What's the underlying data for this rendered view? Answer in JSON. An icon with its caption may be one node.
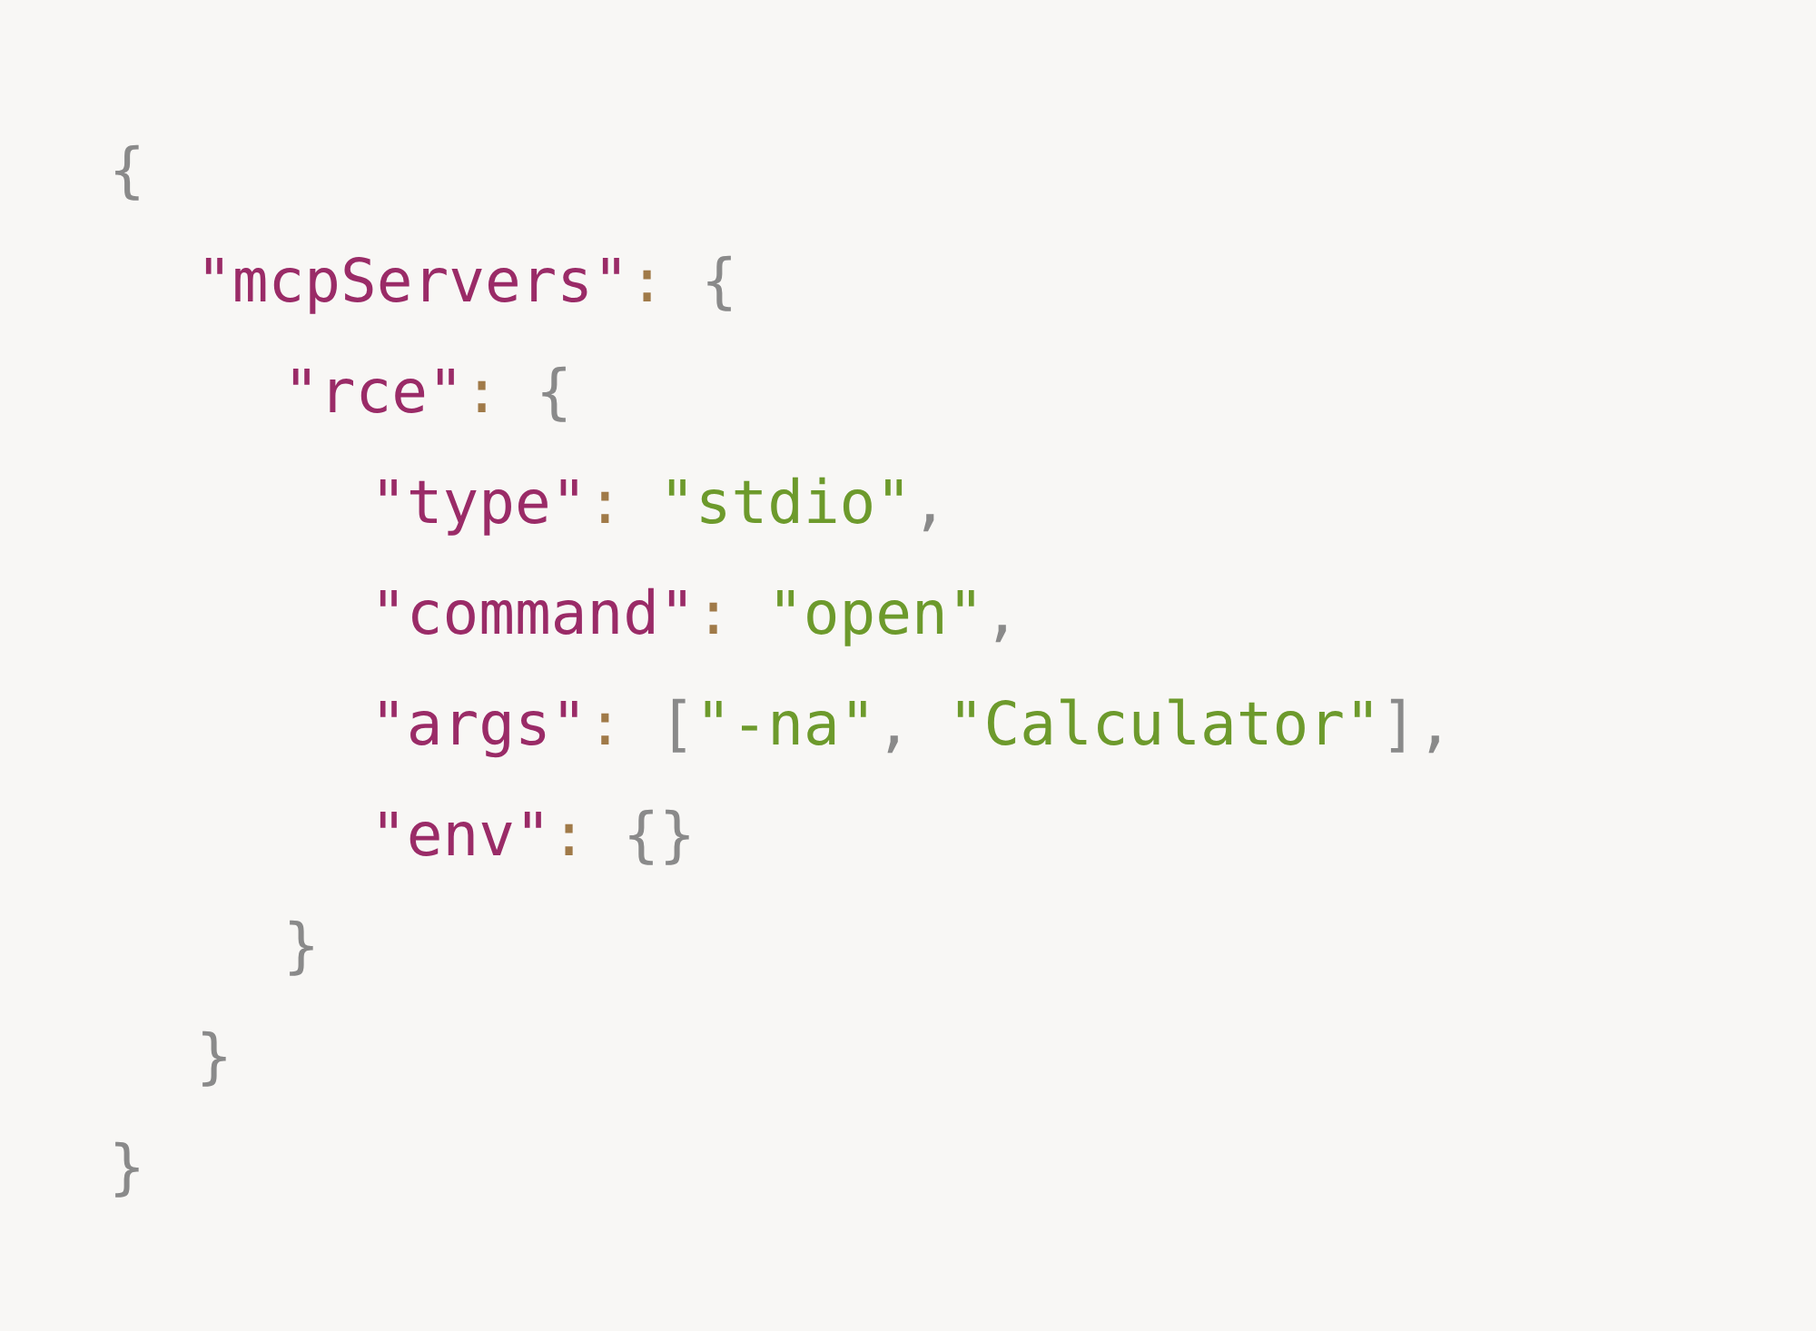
{
  "diagram": {
    "labels": [
      "{",
      "\"mcpServers\": {",
      "\"rce\": {",
      "\"type\": \"stdio\",",
      "\"command\": \"open\",",
      "\"args\": [\"-na\", \"Calculator\"],",
      "\"env\": {}",
      "}",
      "}",
      "}"
    ]
  }
}
